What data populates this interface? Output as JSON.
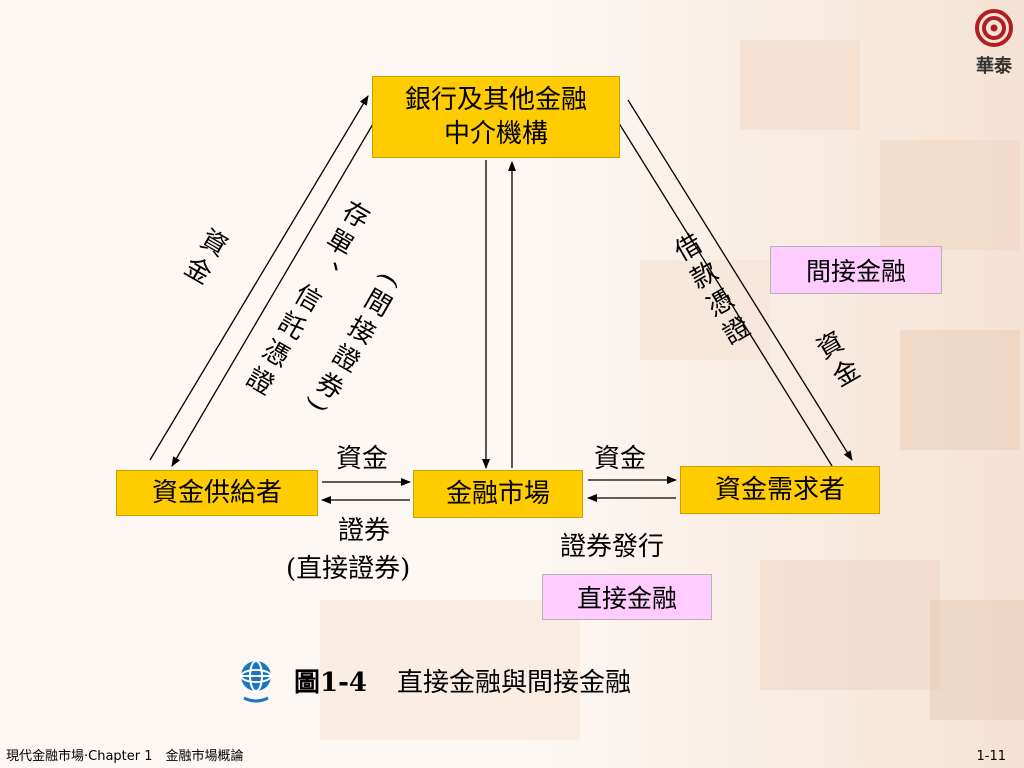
{
  "logo": {
    "text": "華泰"
  },
  "nodes": {
    "bank": {
      "line1": "銀行及其他金融",
      "line2": "中介機構"
    },
    "supplier": "資金供給者",
    "market": "金融市場",
    "demander": "資金需求者"
  },
  "tags": {
    "indirect": "間接金融",
    "direct": "直接金融"
  },
  "labels": {
    "left_funds": "資金",
    "left_deposit": "存單、信託憑證",
    "left_indirect_paren": "(間接證券)",
    "right_loan": "借款憑證",
    "right_funds": "資金",
    "bottom_left_funds": "資金",
    "bottom_left_sec": "證券",
    "bottom_left_direct": "(直接證券)",
    "bottom_right_funds": "資金",
    "bottom_right_issue": "證券發行"
  },
  "caption": {
    "figure": "圖1-4",
    "title": "直接金融與間接金融"
  },
  "footer": {
    "left": "現代金融市場‧Chapter 1　金融市場概論",
    "page": "1-11"
  },
  "colors": {
    "node_fill": "#ffcc00",
    "tag_fill": "#ffccff",
    "logo_red": "#b01e23",
    "globe_blue": "#1a76c2"
  }
}
